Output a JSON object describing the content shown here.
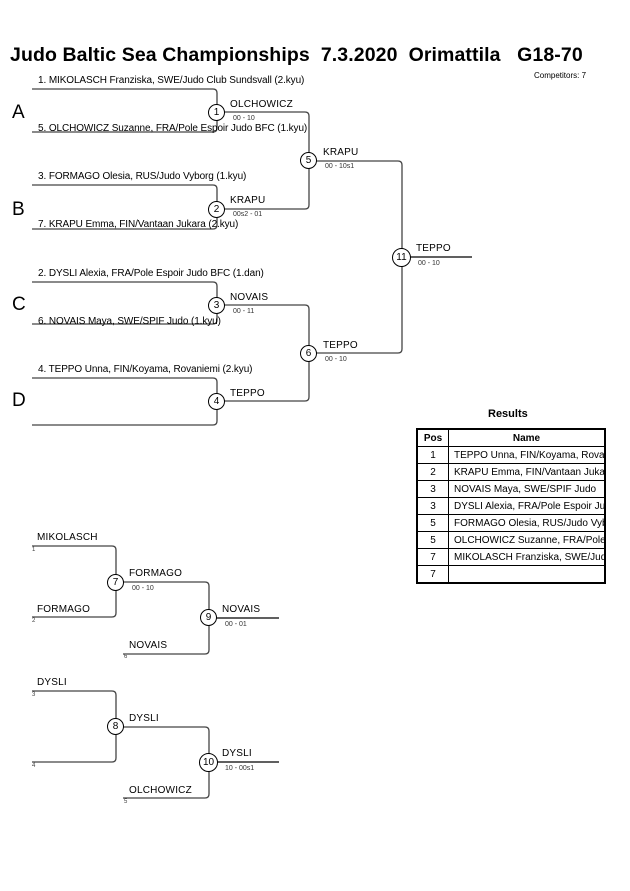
{
  "header": {
    "title": "Judo Baltic Sea Championships  7.3.2020  Orimattila   G18-70",
    "competitors": "Competitors: 7"
  },
  "pools": [
    "A",
    "B",
    "C",
    "D"
  ],
  "entries": [
    "1. MIKOLASCH Franziska, SWE/Judo Club Sundsvall (2.kyu)",
    "5. OLCHOWICZ Suzanne, FRA/Pole Espoir Judo BFC (1.kyu)",
    "3. FORMAGO Olesia, RUS/Judo Vyborg (1.kyu)",
    "7. KRAPU Emma, FIN/Vantaan Jukara (2.kyu)",
    "2. DYSLI Alexia, FRA/Pole Espoir Judo BFC (1.dan)",
    "6. NOVAIS Maya, SWE/SPIF Judo (1.kyu)",
    "4. TEPPO Unna, FIN/Koyama, Rovaniemi (2.kyu)"
  ],
  "matches": {
    "m1": {
      "number": "1",
      "winner": "OLCHOWICZ",
      "score": "00 - 10"
    },
    "m2": {
      "number": "2",
      "winner": "KRAPU",
      "score": "00s2 - 01"
    },
    "m3": {
      "number": "3",
      "winner": "NOVAIS",
      "score": "00 - 11"
    },
    "m4": {
      "number": "4",
      "winner": "TEPPO",
      "score": ""
    },
    "m5": {
      "number": "5",
      "winner": "KRAPU",
      "score": "00 - 10s1"
    },
    "m6": {
      "number": "6",
      "winner": "TEPPO",
      "score": "00 - 10"
    },
    "m11": {
      "number": "11",
      "winner": "TEPPO",
      "score": "00 - 10"
    },
    "m7": {
      "number": "7",
      "winner": "FORMAGO",
      "score": "00 - 10"
    },
    "m9": {
      "number": "9",
      "winner": "NOVAIS",
      "score": "00 - 01"
    },
    "m8": {
      "number": "8",
      "winner": "DYSLI",
      "score": ""
    },
    "m10": {
      "number": "10",
      "winner": "DYSLI",
      "score": "10 - 00s1"
    }
  },
  "repechage": {
    "r1_top": {
      "name": "MIKOLASCH",
      "seed": "1"
    },
    "r1_bottom": {
      "name": "FORMAGO",
      "seed": "2"
    },
    "r1_late": {
      "name": "NOVAIS",
      "seed": "6"
    },
    "r2_top": {
      "name": "DYSLI",
      "seed": "3"
    },
    "r2_bottom": {
      "name": "",
      "seed": "4"
    },
    "r2_late": {
      "name": "OLCHOWICZ",
      "seed": "5"
    }
  },
  "results": {
    "title": "Results",
    "headers": {
      "pos": "Pos",
      "name": "Name"
    },
    "rows": [
      {
        "pos": "1",
        "name": "TEPPO Unna, FIN/Koyama, Rovaniemi"
      },
      {
        "pos": "2",
        "name": "KRAPU Emma, FIN/Vantaan Jukara"
      },
      {
        "pos": "3",
        "name": "NOVAIS Maya, SWE/SPIF Judo"
      },
      {
        "pos": "3",
        "name": "DYSLI Alexia, FRA/Pole Espoir Judo"
      },
      {
        "pos": "5",
        "name": "FORMAGO Olesia, RUS/Judo Vyborg"
      },
      {
        "pos": "5",
        "name": "OLCHOWICZ Suzanne, FRA/Pole Espoir"
      },
      {
        "pos": "7",
        "name": "MIKOLASCH Franziska, SWE/Judo Club"
      },
      {
        "pos": "7",
        "name": ""
      }
    ]
  }
}
